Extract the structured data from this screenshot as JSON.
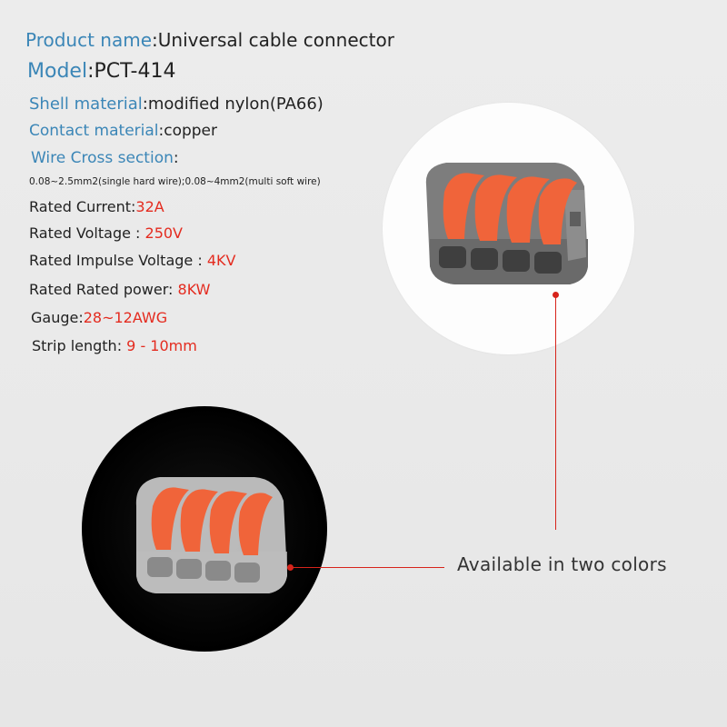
{
  "specs": {
    "product_label": "Product name",
    "product_value": ":Universal cable connector",
    "model_label": "Model",
    "model_value": ":PCT-414",
    "shell_label": "Shell material",
    "shell_value": ":modified nylon(PA66)",
    "contact_label": "Contact material",
    "contact_value": ":copper",
    "wire_label": "Wire Cross section",
    "wire_colon": ":",
    "wire_detail": "0.08~2.5mm2(single hard wire);0.08~4mm2(multi soft wire)",
    "current_label": "Rated Current:",
    "current_value": "32A",
    "voltage_label": "Rated Voltage : ",
    "voltage_value": "250V",
    "impulse_label": "Rated Impulse Voltage : ",
    "impulse_value": "4KV",
    "power_label": "Rated Rated power: ",
    "power_value": "8KW",
    "gauge_label": "Gauge:",
    "gauge_value": "28~12AWG",
    "strip_label": "Strip length: ",
    "strip_value": "9 - 10mm"
  },
  "caption": "Available in two colors",
  "colors": {
    "label_blue": "#3b86b7",
    "value_red": "#e42b1f",
    "lever_orange": "#f0643a",
    "shell_gray": "#7d7d7d",
    "pointer_red": "#d7241b"
  }
}
